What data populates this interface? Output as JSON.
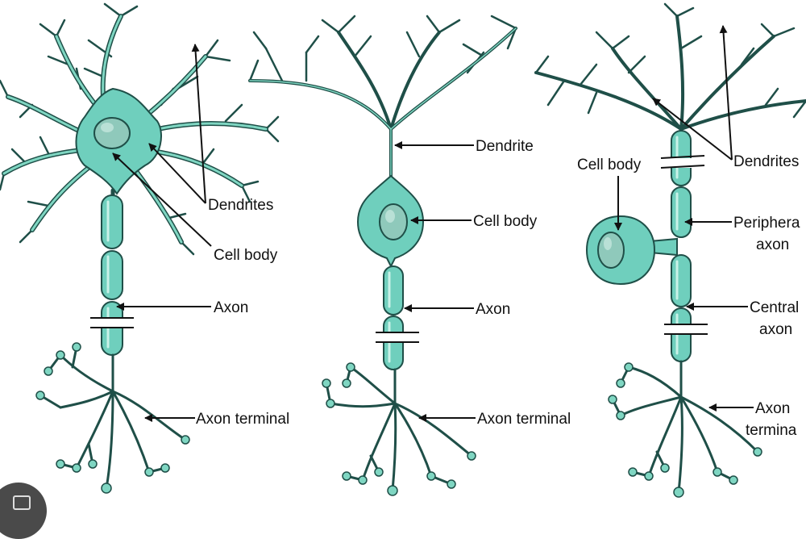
{
  "labels": {
    "n1": {
      "dendrites": "Dendrites",
      "cell_body": "Cell body",
      "axon": "Axon",
      "axon_terminal": "Axon terminal"
    },
    "n2": {
      "dendrite": "Dendrite",
      "cell_body": "Cell body",
      "axon": "Axon",
      "axon_terminal": "Axon terminal"
    },
    "n3": {
      "cell_body": "Cell body",
      "dendrites": "Dendrites",
      "peripheral_axon_1": "Periphera",
      "peripheral_axon_2": "axon",
      "central_axon_1": "Central",
      "central_axon_2": "axon",
      "axon_terminal_1": "Axon",
      "axon_terminal_2": "termina"
    }
  },
  "colors": {
    "cell_fill": "#6fcfbd",
    "cell_outline": "#1f4f48",
    "nucleus": "#8fc9bb",
    "arrow": "#111111"
  },
  "icons": {
    "corner_button": "share-icon"
  }
}
